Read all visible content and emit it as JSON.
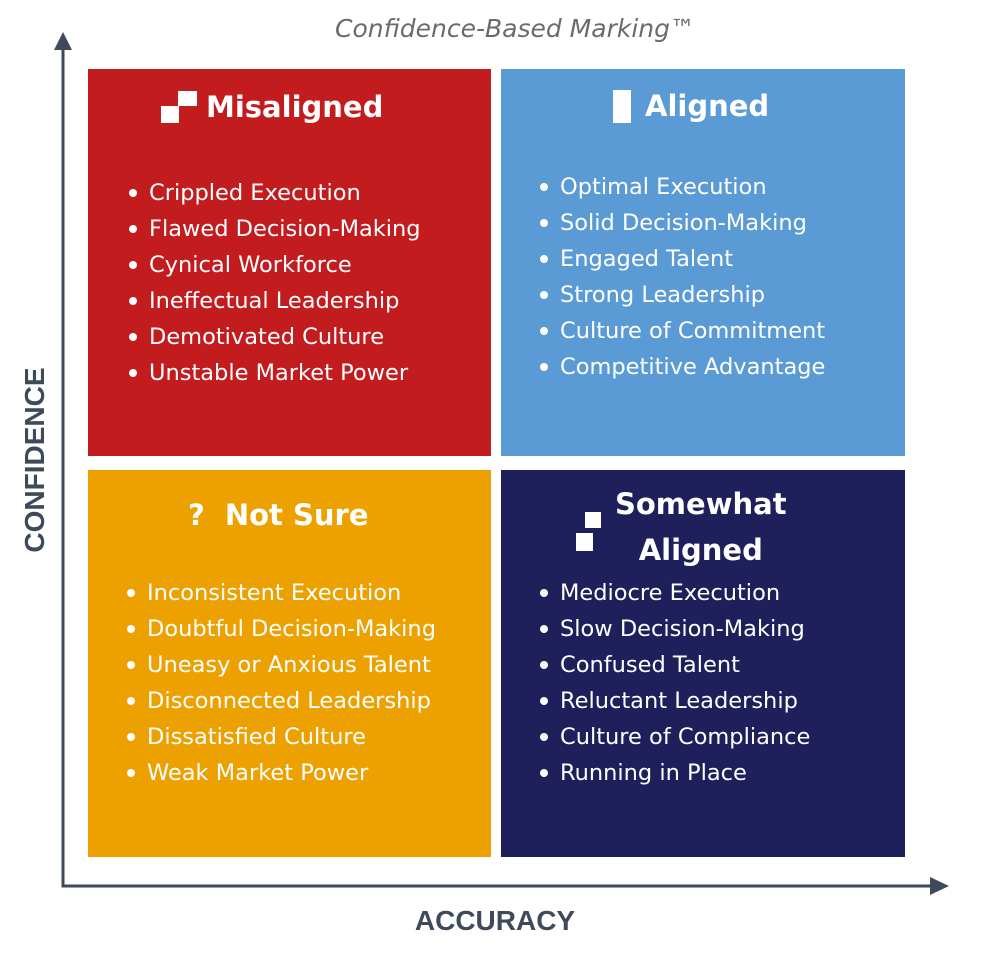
{
  "title": "Confidence-Based Marking™",
  "axes": {
    "x_label": "ACCURACY",
    "y_label": "CONFIDENCE"
  },
  "quadrants": {
    "misaligned": {
      "title": "Misaligned",
      "icon": "staggered-squares-icon",
      "color": "#c21c1f",
      "items": [
        "Crippled Execution",
        "Flawed Decision-Making",
        "Cynical Workforce",
        "Ineffectual Leadership",
        "Demotivated Culture",
        "Unstable Market Power"
      ]
    },
    "aligned": {
      "title": "Aligned",
      "icon": "solid-bar-icon",
      "color": "#5b9bd5",
      "items": [
        "Optimal Execution",
        "Solid Decision-Making",
        "Engaged Talent",
        "Strong Leadership",
        "Culture of Commitment",
        "Competitive Advantage"
      ]
    },
    "not_sure": {
      "title": "Not Sure",
      "icon": "question-mark-icon",
      "icon_glyph": "?",
      "color": "#eda100",
      "items": [
        "Inconsistent Execution",
        "Doubtful Decision-Making",
        "Uneasy or Anxious Talent",
        "Disconnected Leadership",
        "Dissatisfied Culture",
        "Weak Market Power"
      ]
    },
    "somewhat_aligned": {
      "title_line1": "Somewhat",
      "title_line2": "Aligned",
      "icon": "stacked-squares-icon",
      "color": "#1f1f5c",
      "items": [
        "Mediocre Execution",
        "Slow Decision-Making",
        "Confused Talent",
        "Reluctant Leadership",
        "Culture of Compliance",
        "Running in Place"
      ]
    }
  }
}
